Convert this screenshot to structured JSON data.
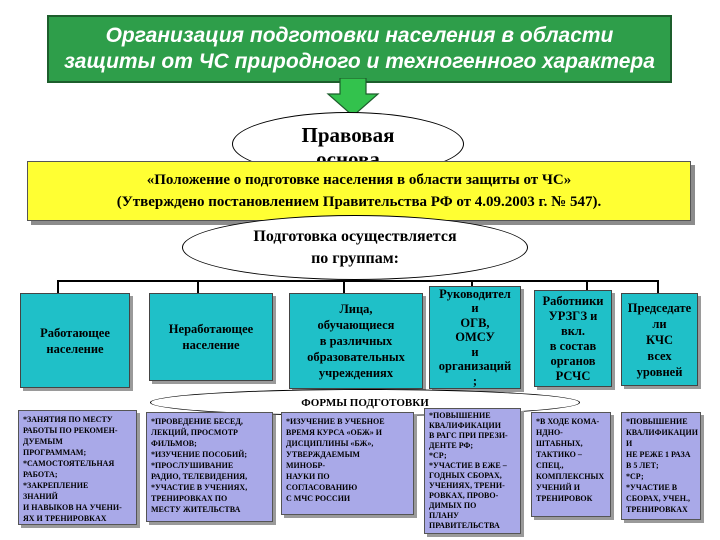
{
  "title": {
    "lines": [
      "Организация подготовки населения в области",
      "защиты от ЧС природного и техногенного характера"
    ]
  },
  "legal_basis": {
    "label_line1": "Правовая",
    "label_line2": "основа"
  },
  "regulation": {
    "line1": "«Положение о подготовке населения в области защиты от ЧС»",
    "line2": "(Утверждено постановлением Правительства РФ от 4.09.2003 г. № 547)."
  },
  "groups_header": {
    "line1": "Подготовка осуществляется",
    "line2": "по группам:"
  },
  "categories": [
    {
      "lines": [
        "Работающее",
        "население"
      ]
    },
    {
      "lines": [
        "Неработающее",
        "население"
      ]
    },
    {
      "lines": [
        "Лица,",
        "обучающиеся",
        "в различных",
        "образовательных",
        "учреждениях"
      ]
    },
    {
      "lines": [
        "Руководител",
        "и",
        "ОГВ,",
        "ОМСУ",
        "и",
        "организаций",
        ";"
      ]
    },
    {
      "lines": [
        "Работники",
        "УРЗГЗ и",
        "вкл.",
        "в состав",
        "органов",
        "РСЧС"
      ]
    },
    {
      "lines": [
        "Председате",
        "ли",
        "КЧС",
        "всех",
        "уровней"
      ]
    }
  ],
  "forms_label": "ФОРМЫ ПОДГОТОВКИ",
  "activities": [
    {
      "lines": [
        "*ЗАНЯТИЯ ПО МЕСТУ",
        "РАБОТЫ ПО РЕКОМЕН-",
        "ДУЕМЫМ",
        "ПРОГРАММАМ;",
        "*САМОСТОЯТЕЛЬНАЯ",
        "РАБОТА;",
        "*ЗАКРЕПЛЕНИЕ",
        "ЗНАНИЙ",
        "И НАВЫКОВ НА УЧЕНИ-",
        "ЯХ И ТРЕНИРОВКАХ"
      ]
    },
    {
      "lines": [
        "*ПРОВЕДЕНИЕ БЕСЕД,",
        "ЛЕКЦИЙ, ПРОСМОТР",
        "ФИЛЬМОВ;",
        "*ИЗУЧЕНИЕ ПОСОБИЙ;",
        "*ПРОСЛУШИВАНИЕ",
        "РАДИО, ТЕЛЕВИДЕНИЯ,",
        "*УЧАСТИЕ В УЧЕНИЯХ,",
        "ТРЕНИРОВКАХ ПО",
        "МЕСТУ ЖИТЕЛЬСТВА"
      ]
    },
    {
      "lines": [
        "*ИЗУЧЕНИЕ В УЧЕБНОЕ",
        "ВРЕМЯ КУРСА «ОБЖ» И",
        "ДИСЦИПЛИНЫ «БЖ»,",
        "УТВЕРЖДАЕМЫМ",
        "МИНОБР-",
        "НАУКИ ПО",
        "СОГЛАСОВАНИЮ",
        "С МЧС РОССИИ"
      ]
    },
    {
      "lines": [
        "*ПОВЫШЕНИЕ",
        "КВАЛИФИКАЦИИ",
        "В РАГС ПРИ ПРЕЗИ-",
        "ДЕНТЕ РФ;",
        "*СР;",
        "*УЧАСТИЕ В ЕЖЕ –",
        "ГОДНЫХ СБОРАХ,",
        "УЧЕНИЯХ, ТРЕНИ-",
        "РОВКАХ, ПРОВО-",
        "ДИМЫХ ПО",
        "ПЛАНУ",
        "ПРАВИТЕЛЬСТВА"
      ]
    },
    {
      "lines": [
        "*В ХОДЕ КОМА-",
        "НДНО-",
        "ШТАБНЫХ,",
        "ТАКТИКО –",
        "СПЕЦ.,",
        "КОМПЛЕКСНЫХ",
        "УЧЕНИЙ И",
        "ТРЕНИРОВОК"
      ]
    },
    {
      "lines": [
        "*ПОВЫШЕНИЕ",
        "КВАЛИФИКАЦИИ",
        "И",
        "НЕ РЕЖЕ 1 РАЗА",
        "В 5 ЛЕТ;",
        "*СР;",
        "*УЧАСТИЕ В",
        "СБОРАХ, УЧЕН.,",
        "ТРЕНИРОВКАХ"
      ]
    }
  ],
  "colors": {
    "title_bg": "#2e9e4a",
    "arrow": "#33c24d",
    "regulation_bg": "#ffff33",
    "category_bg": "#1fc0c8",
    "activity_bg": "#a9a9e8"
  }
}
